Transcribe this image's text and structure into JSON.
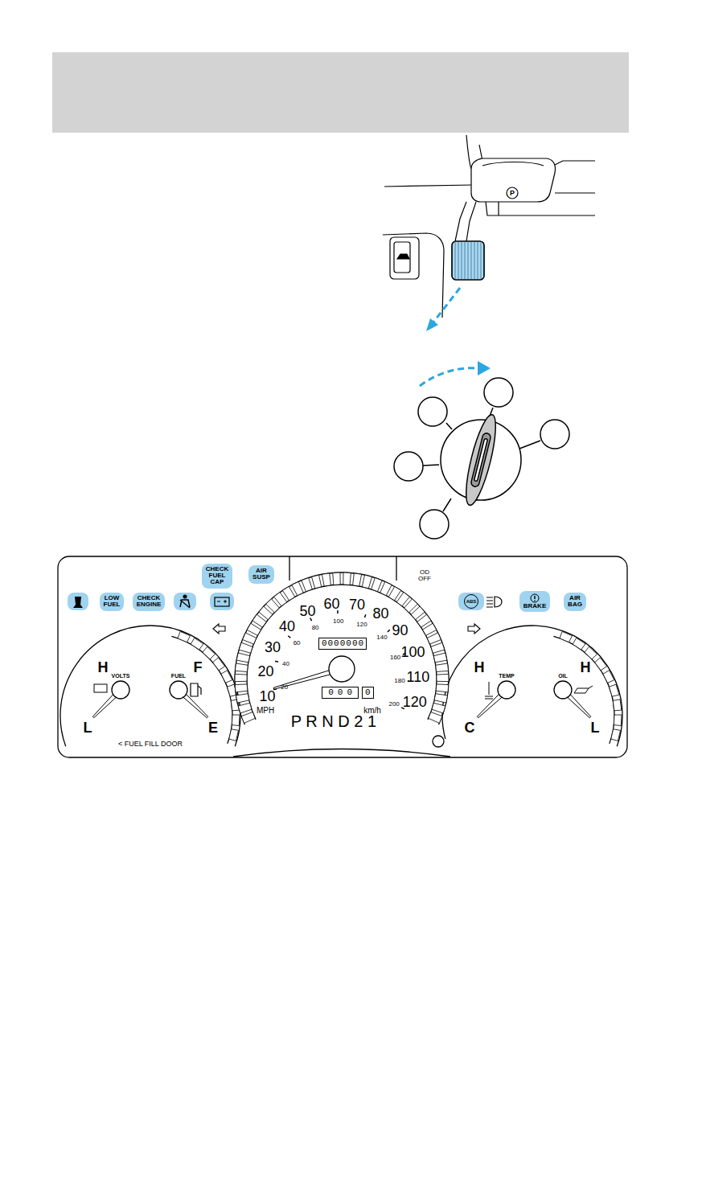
{
  "diagram": {
    "nodes": [
      {
        "text": [
          "CHECK FUEL CAP"
        ]
      },
      {
        "text": [
          "AIR SUSP"
        ]
      },
      {
        "text": [
          "LOW FUEL"
        ]
      },
      {
        "text": [
          "CHECK ENGINE"
        ]
      },
      {
        "text": [
          "ABS"
        ]
      },
      {
        "text": [
          "BRAKE"
        ]
      },
      {
        "text": [
          "AIR BAG"
        ]
      },
      {
        "text": [
          "0000000"
        ]
      },
      {
        "text": [
          "000"
        ]
      },
      {
        "text": [
          "0"
        ]
      }
    ],
    "labels": [
      "P",
      "OD OFF",
      "H",
      "VOLTS",
      "F",
      "FUEL",
      "L",
      "E",
      "< FUEL FILL DOOR",
      "10",
      "20",
      "30",
      "40",
      "50",
      "60",
      "70",
      "80",
      "90",
      "100",
      "110",
      "120",
      "20",
      "40",
      "60",
      "80",
      "100",
      "120",
      "140",
      "160",
      "180",
      "200",
      "MPH",
      "km/h",
      "P R N D 2 1",
      "H",
      "TEMP",
      "C",
      "H",
      "OIL",
      "L"
    ]
  }
}
